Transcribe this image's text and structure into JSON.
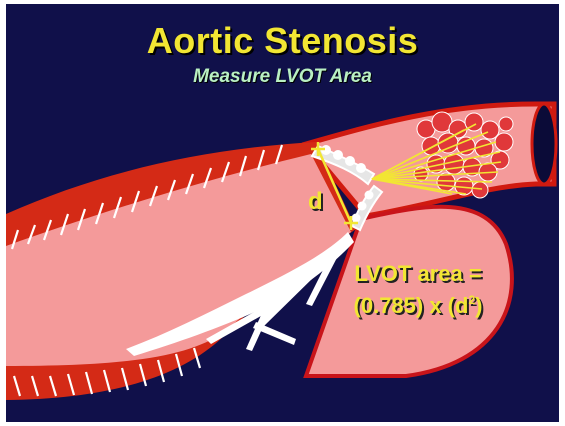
{
  "title": "Aortic Stenosis",
  "subtitle": "Measure LVOT Area",
  "labels": {
    "diameter": "d",
    "formula_line1": "LVOT area =",
    "formula_prefix": "(0.785) x (d",
    "formula_exponent": "2",
    "formula_suffix": ")"
  },
  "colors": {
    "background": "#10104a",
    "title": "#f2e633",
    "subtitle": "#b9f0c2",
    "tissue": "#f49a9a",
    "wall": "#d42a16"
  }
}
